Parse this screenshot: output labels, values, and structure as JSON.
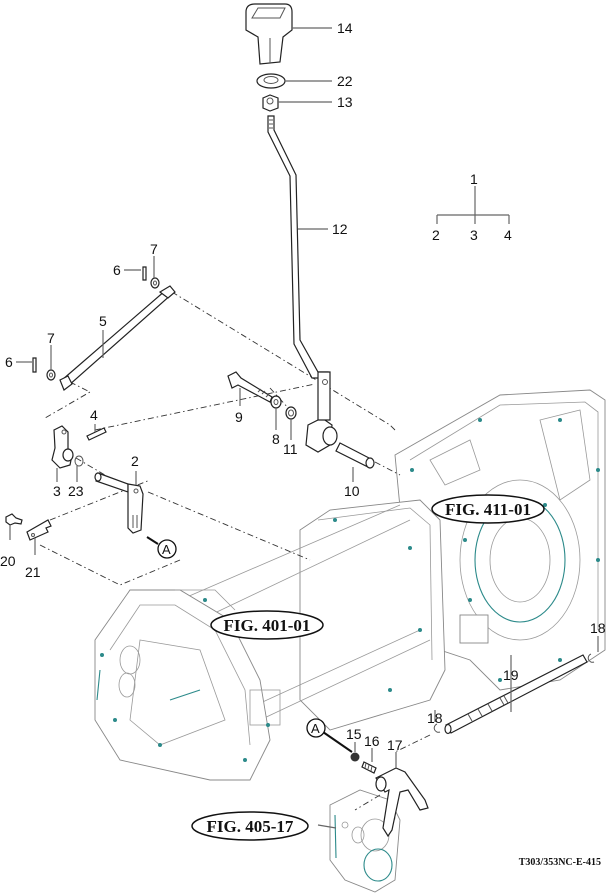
{
  "diagram": {
    "callouts": {
      "p1": "1",
      "p2": "2",
      "p3": "3",
      "p4": "4",
      "p5": "5",
      "p6a": "6",
      "p6b": "6",
      "p7a": "7",
      "p7b": "7",
      "p8": "8",
      "p9": "9",
      "p10": "10",
      "p11": "11",
      "p12": "12",
      "p13": "13",
      "p14": "14",
      "p15": "15",
      "p16": "16",
      "p17": "17",
      "p18a": "18",
      "p18b": "18",
      "p19": "19",
      "p20": "20",
      "p21": "21",
      "p22": "22",
      "p23": "23"
    },
    "assembly_tree": {
      "parent": "1",
      "children": [
        "2",
        "3",
        "4"
      ]
    },
    "connectors": {
      "a1": "A",
      "a2": "A"
    },
    "figure_refs": {
      "fig411": "FIG. 411-01",
      "fig401": "FIG. 401-01",
      "fig405": "FIG. 405-17"
    },
    "drawing_code": "T303/353NC-E-415",
    "colors": {
      "line": "#222222",
      "housing": "#888888",
      "accent": "#2c8a8a"
    }
  }
}
